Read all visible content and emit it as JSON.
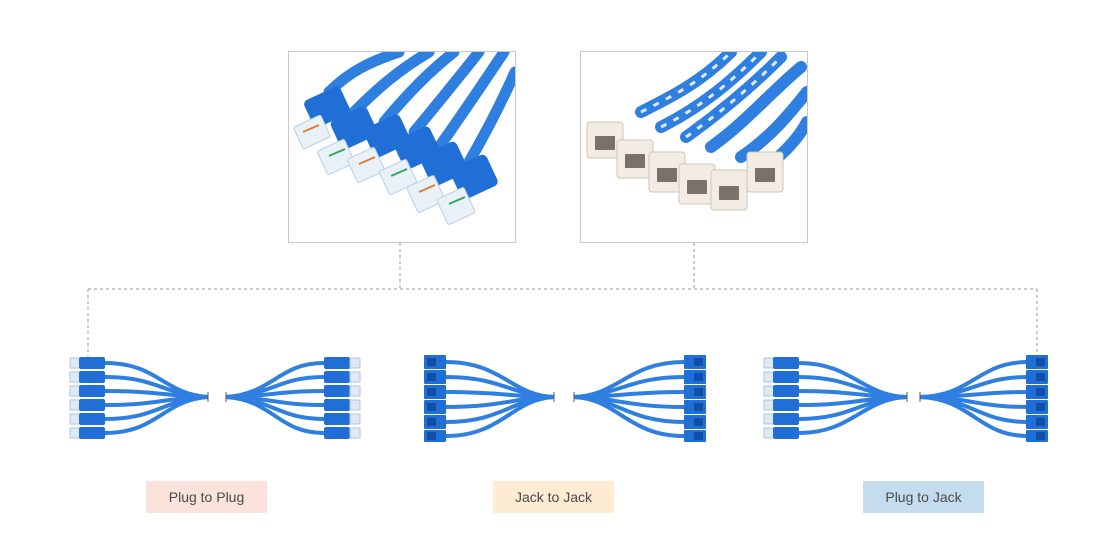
{
  "photos": [
    {
      "name": "plug-bundle",
      "description_icon": "rj45-plug-bundle-photo"
    },
    {
      "name": "jack-bundle",
      "description_icon": "keystone-jack-bundle-photo"
    }
  ],
  "assemblies": [
    {
      "label": "Plug to Plug",
      "left_end": "plug",
      "right_end": "plug",
      "label_color": "#fbe3dc"
    },
    {
      "label": "Jack to Jack",
      "left_end": "jack",
      "right_end": "jack",
      "label_color": "#fdebd2"
    },
    {
      "label": "Plug to Jack",
      "left_end": "plug",
      "right_end": "jack",
      "label_color": "#c3ddef"
    }
  ],
  "colors": {
    "cable_blue": "#2f7fe0",
    "boot_blue": "#1f6fd6",
    "jack_white": "#f2ece4",
    "connector_line": "#9a9a9a"
  }
}
